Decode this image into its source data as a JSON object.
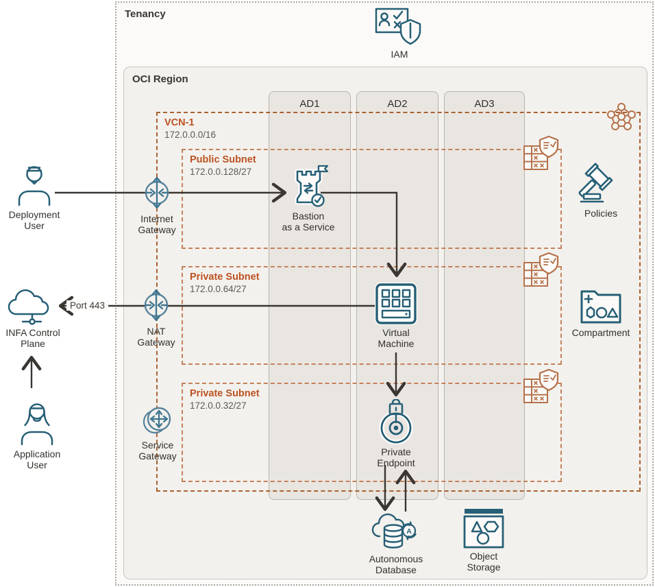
{
  "colors": {
    "teal_icon": "#265f76",
    "steel_gateway": "#55829b",
    "orange_vcn_border": "#a9612f",
    "orange_subnet_border": "#c5805a",
    "orange_zone_label": "#bc5222",
    "orange_icon": "#b4714a",
    "arrow": "#3a3632",
    "region_fill": "#f3f1ed",
    "ad_fill": "#e9e6e1"
  },
  "tenancy": {
    "label": "Tenancy"
  },
  "region": {
    "label": "OCI Region"
  },
  "iam": {
    "label": "IAM",
    "icon": "id-card-shield"
  },
  "ads": [
    {
      "label": "AD1"
    },
    {
      "label": "AD2"
    },
    {
      "label": "AD3"
    }
  ],
  "vcn": {
    "name": "VCN-1",
    "cidr": "172.0.0.0/16",
    "icon": "network-pentagon"
  },
  "subnets": [
    {
      "name": "Public Subnet",
      "cidr": "172.0.0.128/27",
      "badge_icon": "security-list"
    },
    {
      "name": "Private Subnet",
      "cidr": "172.0.0.64/27",
      "badge_icon": "security-list"
    },
    {
      "name": "Private Subnet",
      "cidr": "172.0.0.32/27",
      "badge_icon": "security-list"
    }
  ],
  "nodes": {
    "deployment_user": {
      "label": "Deployment\nUser",
      "icon": "person-male"
    },
    "application_user": {
      "label": "Application\nUser",
      "icon": "person-female"
    },
    "infa_control_plane": {
      "label": "INFA Control\nPlane",
      "icon": "cloud-network"
    },
    "internet_gateway": {
      "label": "Internet\nGateway",
      "icon": "gateway-circle"
    },
    "nat_gateway": {
      "label": "NAT\nGateway",
      "icon": "gateway-circle"
    },
    "service_gateway": {
      "label": "Service\nGateway",
      "icon": "gateway-double-circle"
    },
    "bastion": {
      "label": "Bastion\nas a Service",
      "icon": "bastion-tower"
    },
    "virtual_machine": {
      "label": "Virtual\nMachine",
      "icon": "vm-grid"
    },
    "private_endpoint": {
      "label": "Private\nEndpoint",
      "icon": "lock-endpoint"
    },
    "autonomous_database": {
      "label": "Autonomous\nDatabase",
      "icon": "cloud-database"
    },
    "object_storage": {
      "label": "Object\nStorage",
      "icon": "bucket-shapes"
    },
    "policies": {
      "label": "Policies",
      "icon": "gavel"
    },
    "compartment": {
      "label": "Compartment",
      "icon": "folder-shapes"
    }
  },
  "edges": {
    "port_label": "Port 443"
  }
}
